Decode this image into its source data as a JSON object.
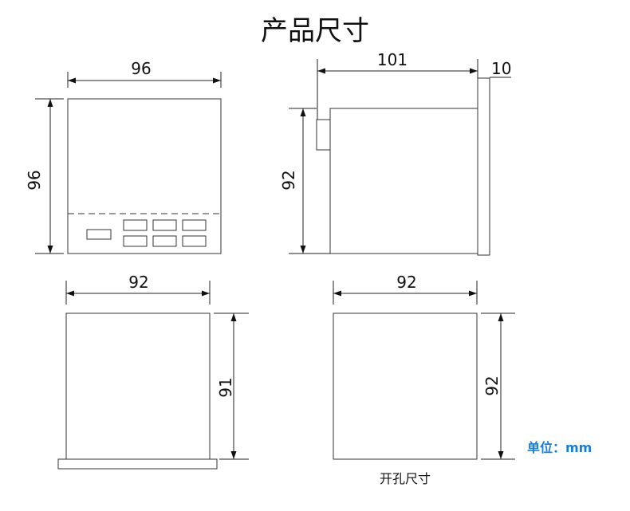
{
  "title": "产品尺寸",
  "front_view": {
    "width_label": "96",
    "height_label": "96"
  },
  "side_view": {
    "depth_label": "101",
    "flange_label": "10",
    "height_label": "92"
  },
  "rear_view": {
    "width_label": "92",
    "height_label": "91"
  },
  "cutout_view": {
    "width_label": "92",
    "height_label": "92",
    "caption": "开孔尺寸"
  },
  "unit_label": "单位：mm",
  "colors": {
    "unit_text": "#1a7fd4",
    "line": "#222222"
  }
}
